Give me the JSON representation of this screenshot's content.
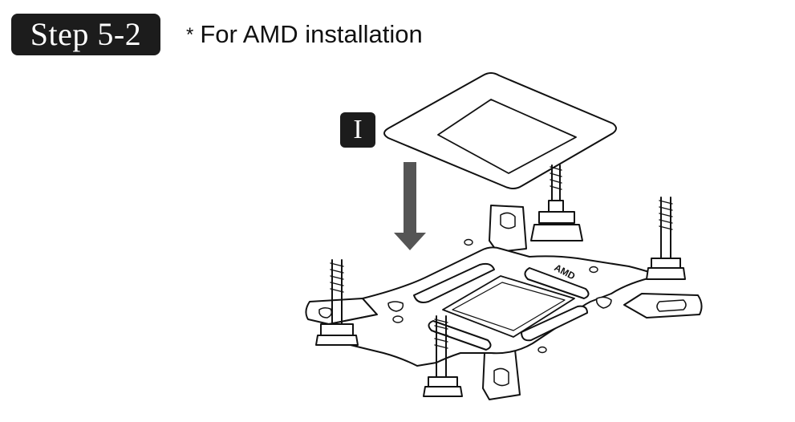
{
  "step": {
    "label": "Step 5-2"
  },
  "heading": {
    "marker": "*",
    "text": "For AMD installation"
  },
  "part_label": "I",
  "bracket_marking": "AMD",
  "colors": {
    "badge_background": "#1c1c1c",
    "badge_text": "#ffffff",
    "arrow": "#555555",
    "line": "#111111"
  },
  "icons": [
    "down-arrow-icon"
  ]
}
